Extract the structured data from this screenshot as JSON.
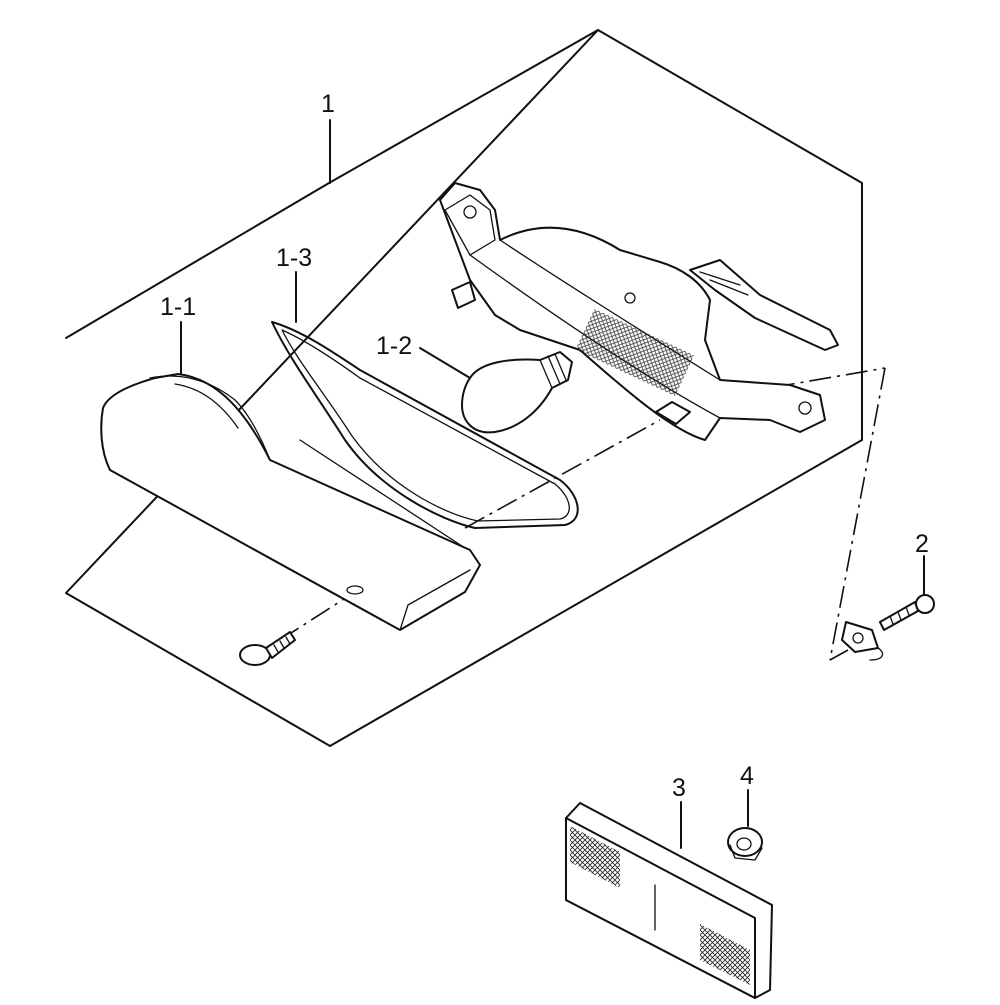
{
  "callouts": {
    "assembly": "1",
    "lens": "1-1",
    "bulb": "1-2",
    "gasket": "1-3",
    "screw": "2",
    "reflector": "3",
    "nut": "4"
  }
}
